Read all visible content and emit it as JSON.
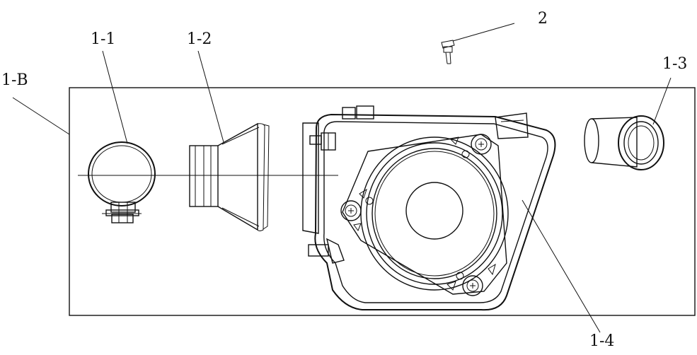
{
  "labels": {
    "assembly": "1-B",
    "clamp": "1-1",
    "duct": "1-2",
    "tube": "1-3",
    "housing": "1-4",
    "screw": "2"
  }
}
